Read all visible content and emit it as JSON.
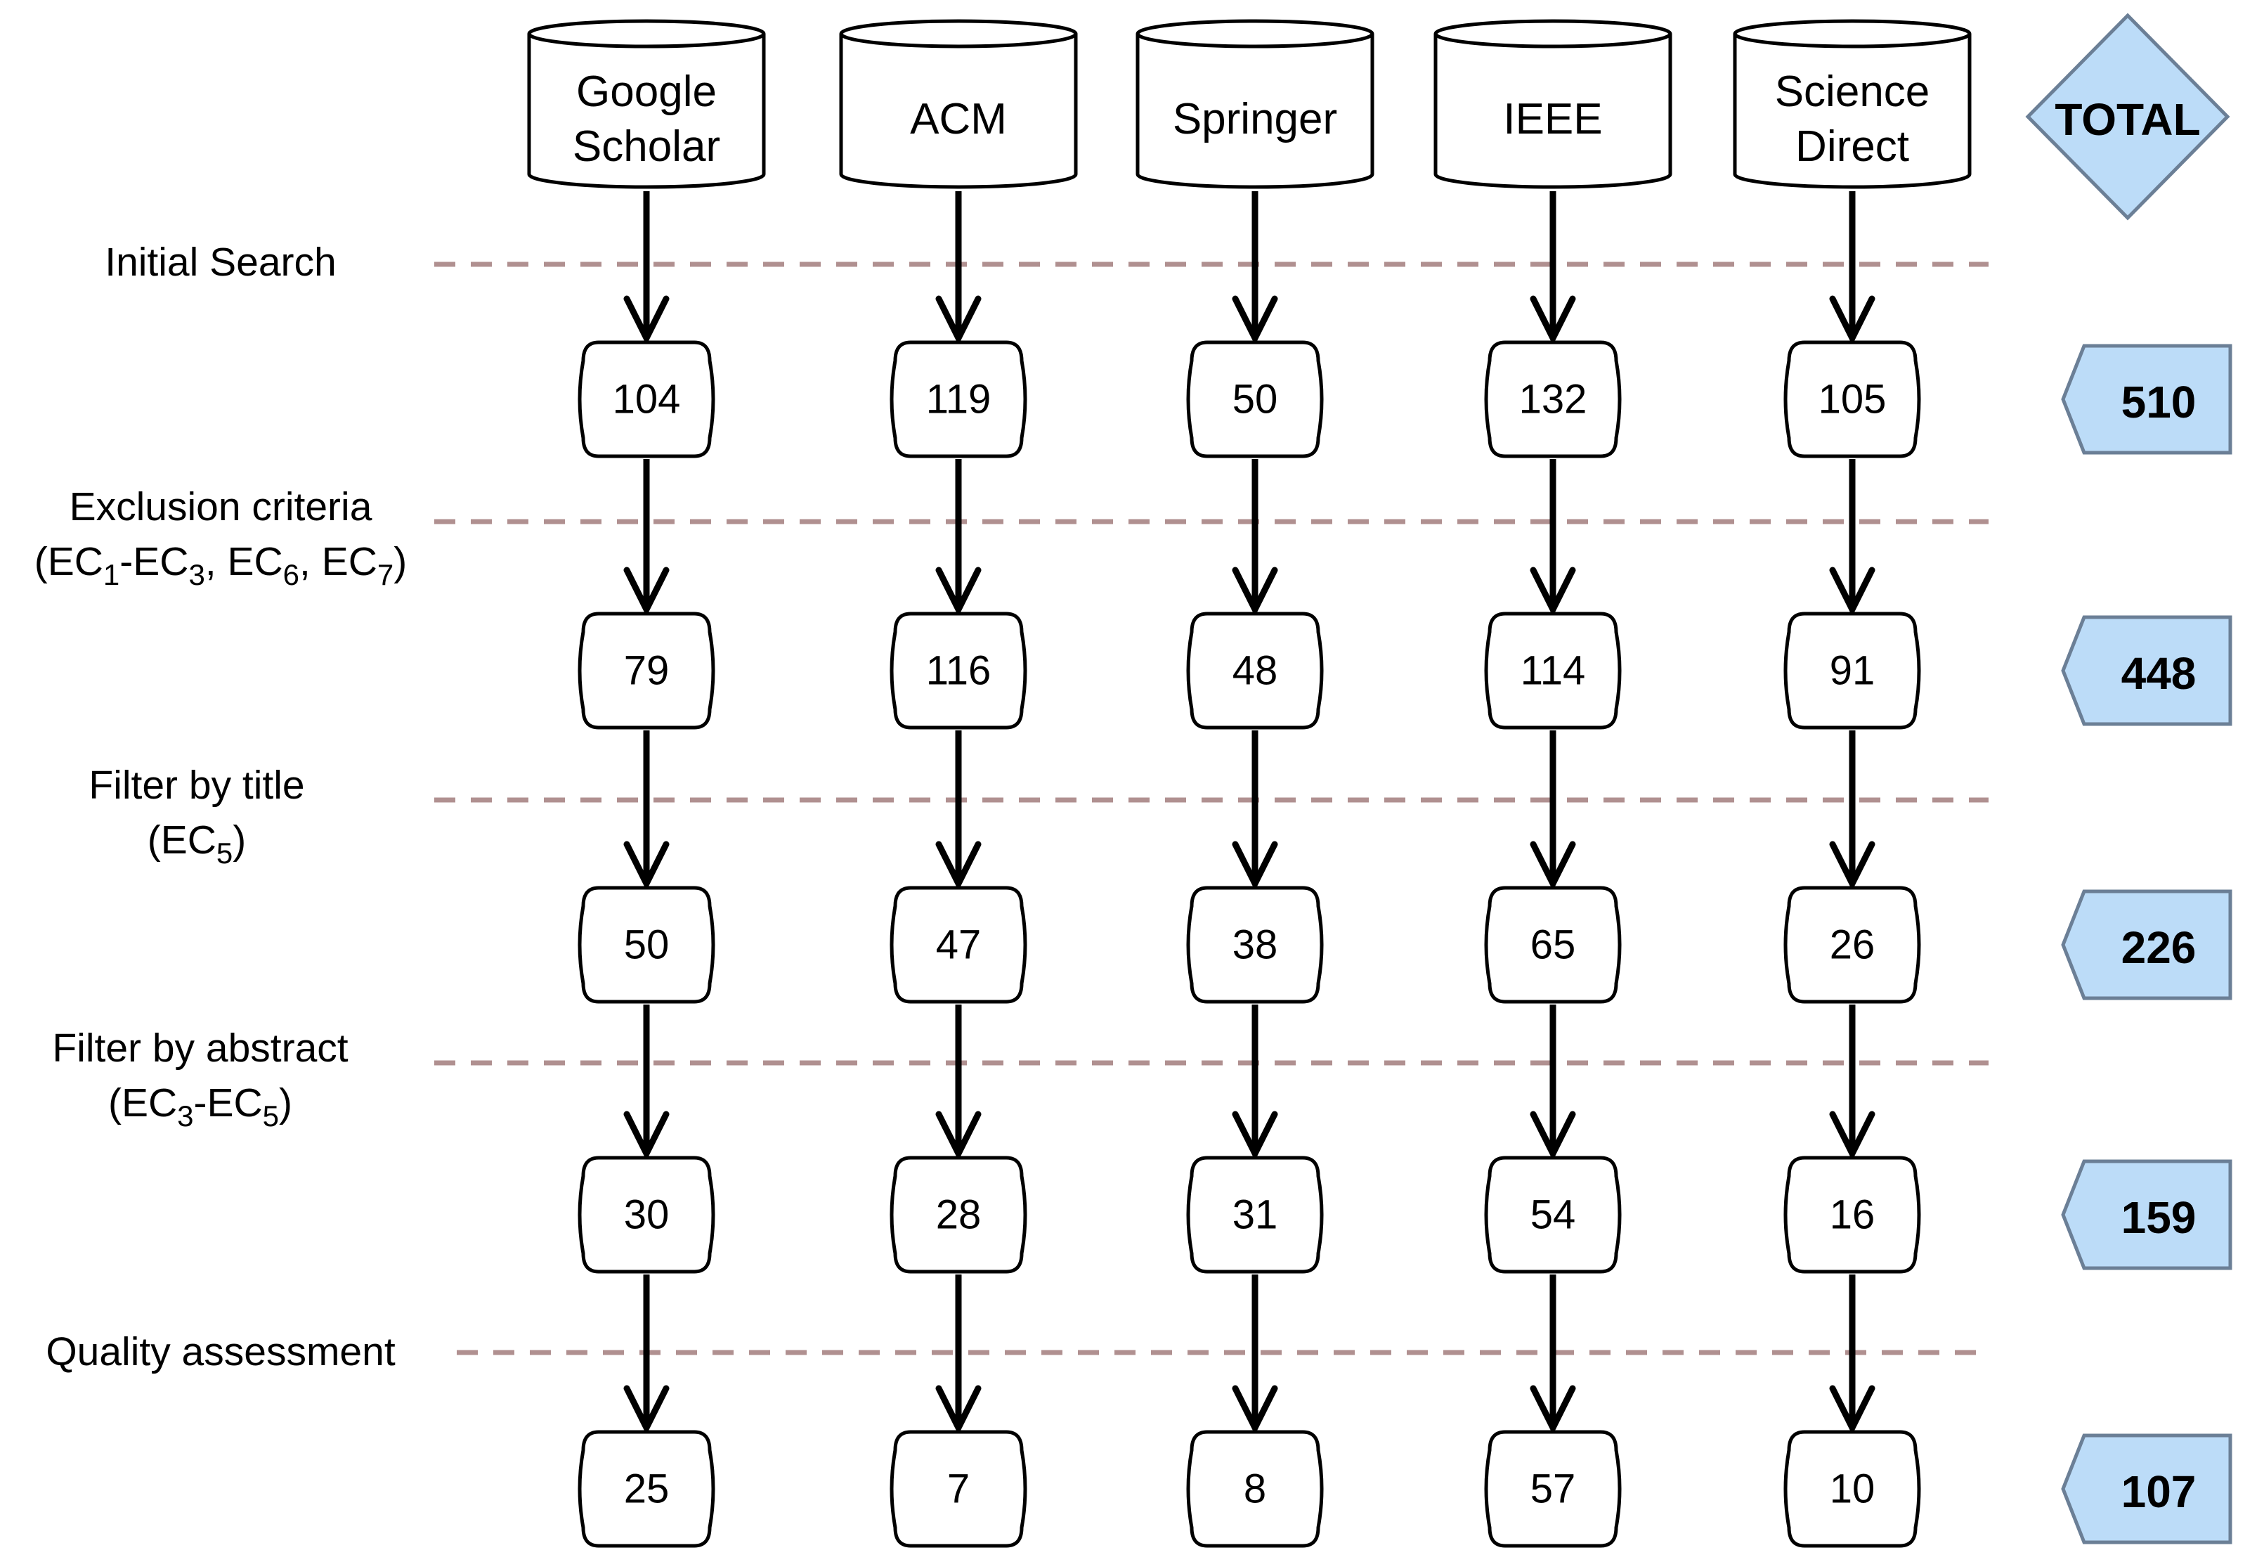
{
  "sources": [
    {
      "label_lines": [
        "Google",
        "Scholar"
      ]
    },
    {
      "label_lines": [
        "ACM"
      ]
    },
    {
      "label_lines": [
        "Springer"
      ]
    },
    {
      "label_lines": [
        "IEEE"
      ]
    },
    {
      "label_lines": [
        "Science",
        "Direct"
      ]
    }
  ],
  "total_header": "TOTAL",
  "stages": [
    {
      "label_lines": [
        {
          "text": "Initial Search"
        }
      ]
    },
    {
      "label_lines": [
        {
          "text": "Exclusion criteria"
        },
        {
          "parts": [
            [
              "(EC",
              ""
            ],
            [
              "1",
              "sub"
            ],
            [
              "-EC",
              ""
            ],
            [
              "3",
              "sub"
            ],
            [
              ", EC",
              ""
            ],
            [
              "6",
              "sub"
            ],
            [
              ", EC",
              ""
            ],
            [
              "7",
              "sub"
            ],
            [
              ")",
              ""
            ]
          ]
        }
      ]
    },
    {
      "label_lines": [
        {
          "text": "Filter by title"
        },
        {
          "parts": [
            [
              "(EC",
              ""
            ],
            [
              "5",
              "sub"
            ],
            [
              ")",
              ""
            ]
          ]
        }
      ]
    },
    {
      "label_lines": [
        {
          "text": "Filter by abstract"
        },
        {
          "parts": [
            [
              "(EC",
              ""
            ],
            [
              "3",
              "sub"
            ],
            [
              "-EC",
              ""
            ],
            [
              "5",
              "sub"
            ],
            [
              ")",
              ""
            ]
          ]
        }
      ]
    },
    {
      "label_lines": [
        {
          "text": "Quality assessment"
        }
      ]
    }
  ],
  "counts": [
    [
      "104",
      "119",
      "50",
      "132",
      "105"
    ],
    [
      "79",
      "116",
      "48",
      "114",
      "91"
    ],
    [
      "50",
      "47",
      "38",
      "65",
      "26"
    ],
    [
      "30",
      "28",
      "31",
      "54",
      "16"
    ],
    [
      "25",
      "7",
      "8",
      "57",
      "10"
    ]
  ],
  "totals": [
    "510",
    "448",
    "226",
    "159",
    "107"
  ],
  "colors": {
    "total_fill": "#bcdcf8",
    "total_stroke": "#6b7f96",
    "stage_line": "#b09090"
  }
}
